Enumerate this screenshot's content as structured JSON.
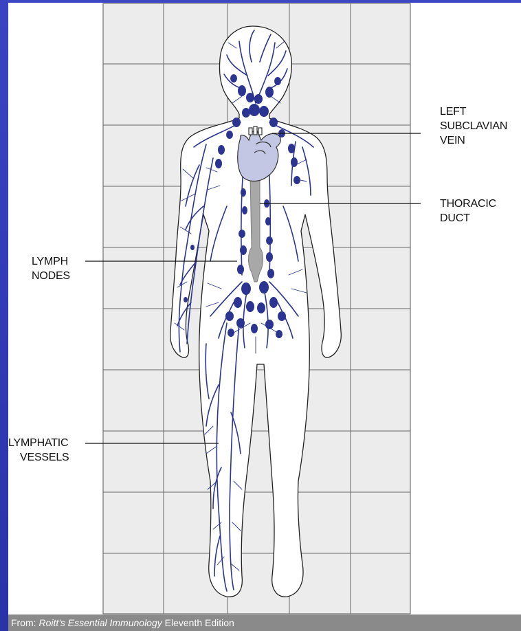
{
  "figure": {
    "labels": {
      "left_subclavian_vein": [
        "LEFT",
        "SUBCLAVIAN",
        "VEIN"
      ],
      "thoracic_duct": [
        "THORACIC",
        "DUCT"
      ],
      "lymph_nodes": [
        "LYMPH",
        "NODES"
      ],
      "lymphatic_vessels": [
        "LYMPHATIC",
        "VESSELS"
      ]
    },
    "colors": {
      "lymph_blue": "#2b3591",
      "heart_fill": "#c3c7e3",
      "duct_fill": "#a8a8a8",
      "grid_fill": "#ececec",
      "grid_line": "#555555",
      "frame_accent": "#3a44c2"
    }
  },
  "caption": {
    "prefix": "From: ",
    "title": "Roitt's Essential Immunology",
    "suffix": " Eleventh Edition"
  }
}
